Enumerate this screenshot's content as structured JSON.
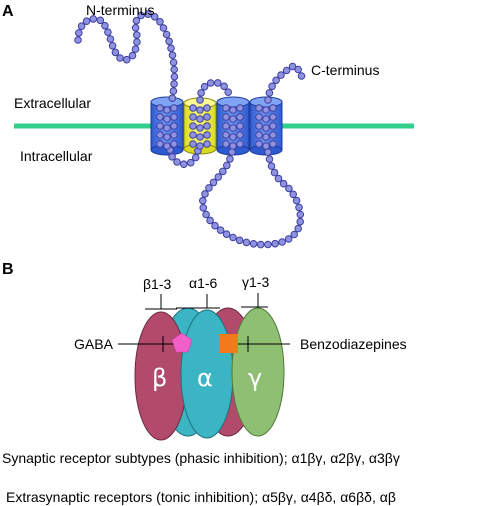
{
  "panel_a": {
    "label": "A",
    "n_terminus": "N-terminus",
    "c_terminus": "C-terminus",
    "extracellular": "Extracellular",
    "intracellular": "Intracellular"
  },
  "panel_b": {
    "label": "B",
    "beta_sub": "β1-3",
    "alpha_sub": "α1-6",
    "gamma_sub": "γ1-3",
    "gaba": "GABA",
    "benzo": "Benzodiazepines",
    "beta_symbol": "β",
    "alpha_symbol": "α",
    "gamma_symbol": "γ",
    "synaptic_line": "Synaptic receptor subtypes (phasic inhibition);  α1βγ, α2βγ, α3βγ",
    "extrasynaptic_line": "Extrasynaptic receptors (tonic inhibition); α5βγ, α4βδ, α6βδ, αβ"
  },
  "colors": {
    "membrane": "#2fd08a",
    "bead_fill": "#8f92e0",
    "bead_stroke": "#3c3f9e",
    "helix_blue": "#3d6fe0",
    "helix_yellow": "#f2f23c",
    "beta_fill": "#b24a6c",
    "alpha_fill": "#3bb5c4",
    "gamma_fill": "#8fbf73",
    "gaba_marker": "#f25fc8",
    "benzo_marker": "#f27a1a"
  }
}
